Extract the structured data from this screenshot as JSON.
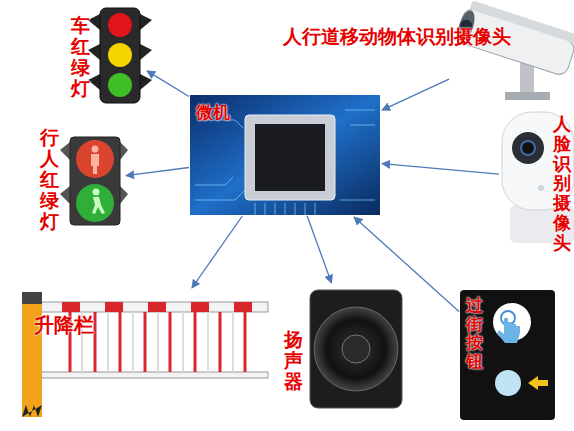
{
  "diagram": {
    "nodes": [
      {
        "text": [
          "车红绿灯"
        ]
      },
      {
        "text": [
          "人行道移动物体识别摄像头"
        ]
      },
      {
        "text": [
          "微机"
        ]
      },
      {
        "text": [
          "行人红绿灯"
        ]
      },
      {
        "text": [
          "人脸识别摄像头"
        ]
      },
      {
        "text": [
          "升降栏"
        ]
      },
      {
        "text": [
          "扬声器"
        ]
      },
      {
        "text": [
          "过街按钮"
        ]
      }
    ],
    "edges": [
      {
        "from": 2,
        "to": 0,
        "arrow": "to"
      },
      {
        "from": 1,
        "to": 2,
        "arrow": "to"
      },
      {
        "from": 2,
        "to": 3,
        "arrow": "to"
      },
      {
        "from": 4,
        "to": 2,
        "arrow": "to"
      },
      {
        "from": 2,
        "to": 5,
        "arrow": "to"
      },
      {
        "from": 2,
        "to": 6,
        "arrow": "to"
      },
      {
        "from": 7,
        "to": 2,
        "arrow": "to"
      }
    ]
  }
}
